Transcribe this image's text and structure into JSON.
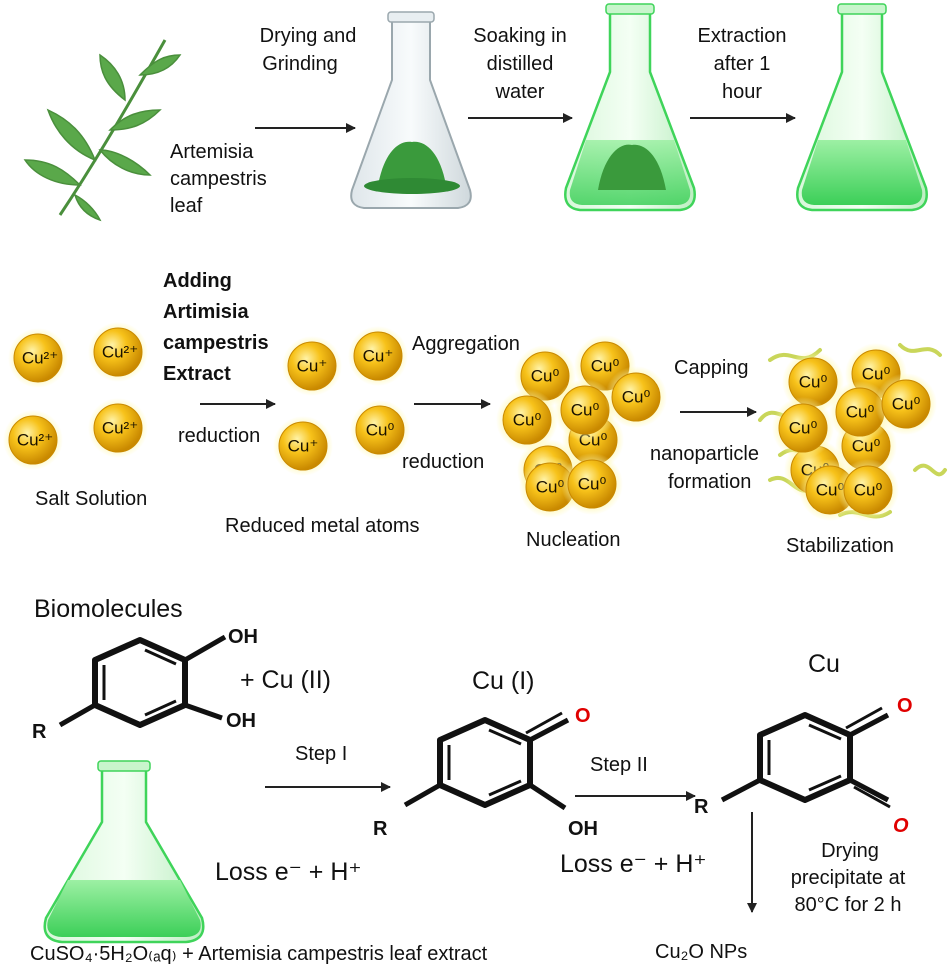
{
  "row1": {
    "leaf_label": [
      "Artemisia",
      "campestris",
      "leaf"
    ],
    "step1_label": [
      "Drying  and",
      "Grinding"
    ],
    "step2_label": [
      "Soaking in",
      "distilled",
      "water"
    ],
    "step3_label": [
      "Extraction",
      "after 1",
      "hour"
    ]
  },
  "row2": {
    "adding_label": [
      "Adding",
      "Artimisia",
      "campestris",
      "Extract"
    ],
    "reduction_1": "reduction",
    "aggregation": "Aggregation",
    "reduction_2": "reduction",
    "capping": "Capping",
    "nanoparticle_formation": [
      "nanoparticle",
      "formation"
    ],
    "salt_solution": "Salt Solution",
    "reduced_metal_atoms": "Reduced metal atoms",
    "nucleation": "Nucleation",
    "stabilization": "Stabilization",
    "atoms": {
      "salt": [
        "Cu²⁺",
        "Cu²⁺",
        "Cu²⁺",
        "Cu²⁺"
      ],
      "reduced": [
        "Cu⁺",
        "Cu⁺",
        "Cu⁺",
        "Cu⁰"
      ],
      "cluster": "Cu⁰"
    }
  },
  "row3": {
    "biomolecules": "Biomolecules",
    "oh_top": "OH",
    "oh_bottom": "OH",
    "r_group": "R",
    "plus_cu2": "+ Cu (II)",
    "cu1": "Cu (I)",
    "cu": "Cu",
    "oxygen": "O",
    "step1": "Step I",
    "step2": "Step II",
    "loss_1": "Loss e⁻ + H⁺",
    "loss_2": "Loss e⁻ + H⁺",
    "drying": [
      "Drying",
      "precipitate at",
      "80°C for 2 h"
    ],
    "bottom_left_formula": "CuSO₄·5H₂O₍ₐq₎ + Artemisia campestris leaf extract",
    "product": "Cu₂O NPs"
  },
  "colors": {
    "flask_green": "#3fd45a",
    "powder_green": "#3a9a3c",
    "leaf_green": "#5aa84a",
    "gold_atom": "#f3b400",
    "ligand": "#c9d65a",
    "oxygen_red": "#e00000"
  }
}
